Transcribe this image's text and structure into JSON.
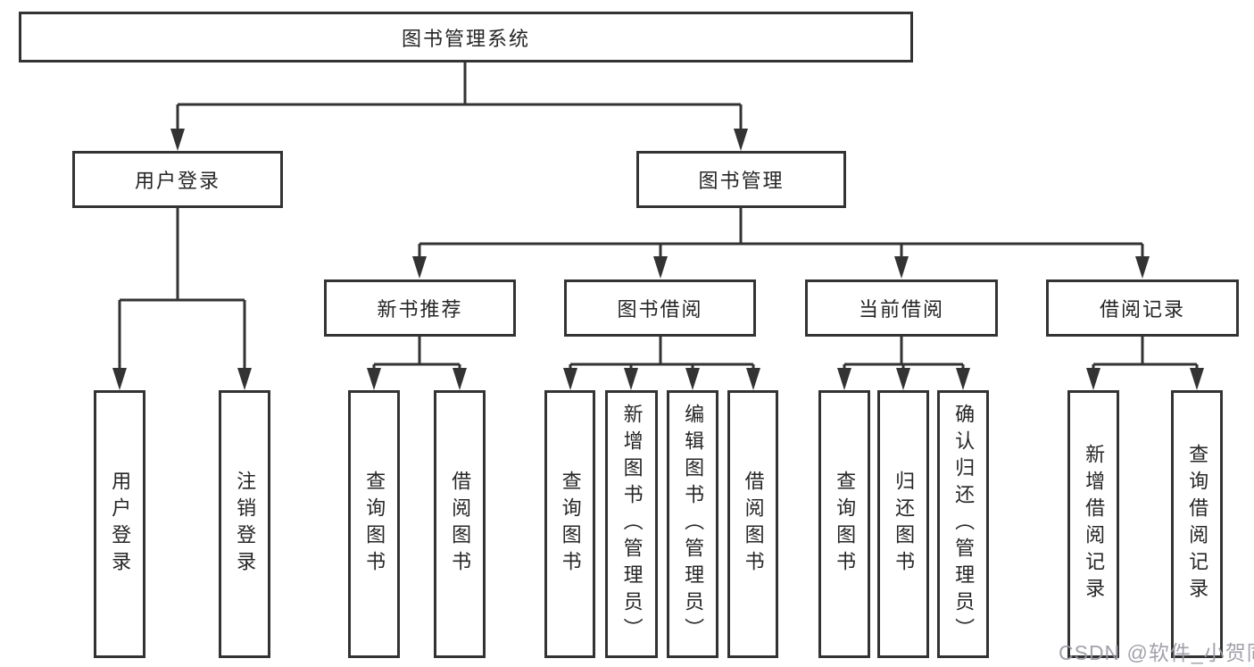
{
  "colors": {
    "line": "#333333",
    "box_border": "#333333",
    "text": "#262626",
    "watermark": "#9a9aa4"
  },
  "hierarchy": {
    "root": "图书管理系统",
    "children": [
      {
        "label": "用户登录",
        "children": [
          "用户登录",
          "注销登录"
        ]
      },
      {
        "label": "图书管理",
        "children": [
          {
            "label": "新书推荐",
            "children": [
              "查询图书",
              "借阅图书"
            ]
          },
          {
            "label": "图书借阅",
            "children": [
              "查询图书",
              "新增图书（管理员）",
              "编辑图书（管理员）",
              "借阅图书"
            ]
          },
          {
            "label": "当前借阅",
            "children": [
              "查询图书",
              "归还图书",
              "确认归还（管理员）"
            ]
          },
          {
            "label": "借阅记录",
            "children": [
              "新增借阅记录",
              "查询借阅记录"
            ]
          }
        ]
      }
    ]
  },
  "watermark": {
    "text": "CSDN @软件_小贺同学"
  }
}
